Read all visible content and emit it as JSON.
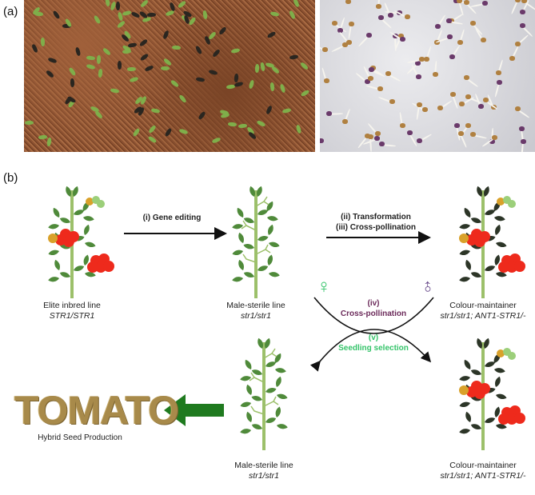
{
  "panels": {
    "a": "(a)",
    "b": "(b)"
  },
  "plants": {
    "elite": {
      "name": "Elite inbred line",
      "genotype": "STR1/STR1"
    },
    "male_sterile_top": {
      "name": "Male-sterile line",
      "genotype": "str1/str1"
    },
    "colour_maintainer_top": {
      "name": "Colour-maintainer",
      "genotype": "str1/str1; ANT1-STR1/-"
    },
    "male_sterile_bottom": {
      "name": "Male-sterile line",
      "genotype": "str1/str1"
    },
    "colour_maintainer_bottom": {
      "name": "Colour-maintainer",
      "genotype": "str1/str1; ANT1-STR1/-"
    }
  },
  "steps": {
    "i": "(i) Gene editing",
    "ii": "(ii) Transformation",
    "iii": "(iii) Cross-pollination",
    "iv_num": "(iv)",
    "iv_label": "Cross-pollination",
    "v_num": "(v)",
    "v_label": "Seedling selection"
  },
  "symbols": {
    "female": "♀",
    "male": "♂"
  },
  "product": {
    "word": "TOMATO",
    "caption": "Hybrid Seed Production"
  },
  "colors": {
    "leaf_green": "#4f8a3a",
    "leaf_dark": "#2c3527",
    "stem": "#9cc06a",
    "tomato_red": "#ee2a1c",
    "tomato_orange": "#d9a12a",
    "tomato_green": "#9ccf7a",
    "female_green": "#35c46a",
    "male_purple": "#6a4c8c",
    "iv_purple": "#6b2a5a",
    "v_green": "#35c46a",
    "big_arrow": "#1f7a1f"
  }
}
